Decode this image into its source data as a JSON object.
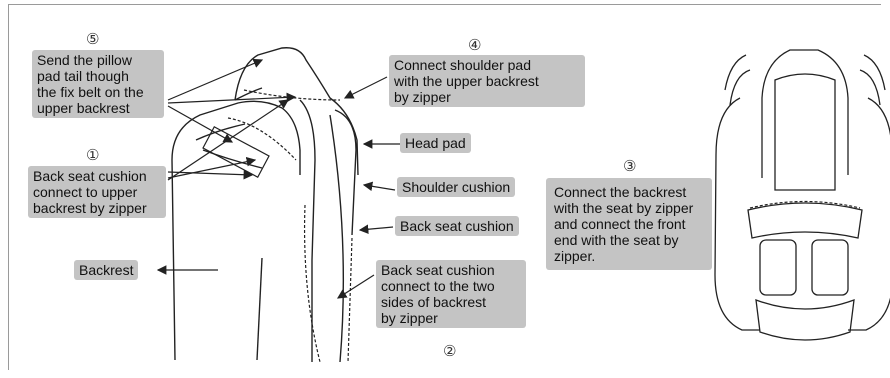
{
  "step5": {
    "number": "⑤",
    "text": "Send the pillow\npad tail though\nthe fix belt on the\nupper backrest"
  },
  "step4": {
    "number": "④",
    "text": "Connect shoulder pad\nwith the upper backrest\nby zipper"
  },
  "step1": {
    "number": "①",
    "text": "Back seat cushion\nconnect to upper\nbackrest  by zipper"
  },
  "step3": {
    "number": "③",
    "text": "Connect the backrest\nwith the seat by zipper\nand connect the front\nend with the seat by\nzipper."
  },
  "step2": {
    "number": "②",
    "text": "Back seat cushion\nconnect to the two\nsides of backrest\nby zipper"
  },
  "parts": {
    "head_pad": "Head pad",
    "shoulder_cushion": "Shoulder cushion",
    "back_seat_cushion": "Back seat cushion",
    "backrest": "Backrest"
  },
  "colors": {
    "label_bg": "#c4c4c4",
    "line": "#222222"
  }
}
